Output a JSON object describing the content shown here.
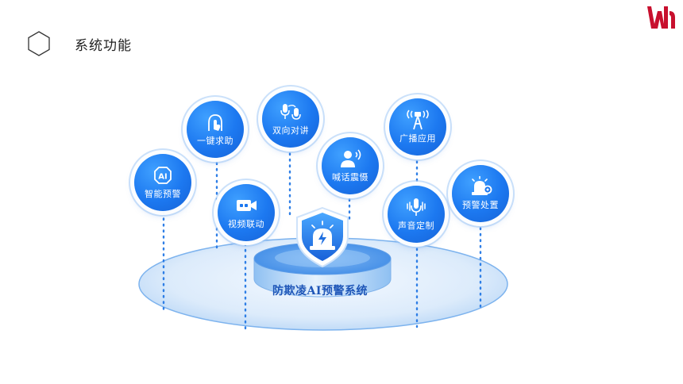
{
  "header": {
    "title": "系统功能"
  },
  "center": {
    "title": "防欺凌AI预警系统"
  },
  "nodes": [
    {
      "label": "智能预警",
      "icon": "ai-text-icon"
    },
    {
      "label": "一键求助",
      "icon": "press-button-icon"
    },
    {
      "label": "视频联动",
      "icon": "video-camera-icon"
    },
    {
      "label": "双向对讲",
      "icon": "two-microphones-icon"
    },
    {
      "label": "喊话震慑",
      "icon": "speaking-person-icon"
    },
    {
      "label": "广播应用",
      "icon": "broadcast-tower-icon"
    },
    {
      "label": "声音定制",
      "icon": "microphone-waves-icon"
    },
    {
      "label": "预警处置",
      "icon": "alarm-gear-icon"
    }
  ],
  "colors": {
    "node_blue": "#1c78f0",
    "center_text": "#1e56b8",
    "logo_red": "#c8102e"
  }
}
